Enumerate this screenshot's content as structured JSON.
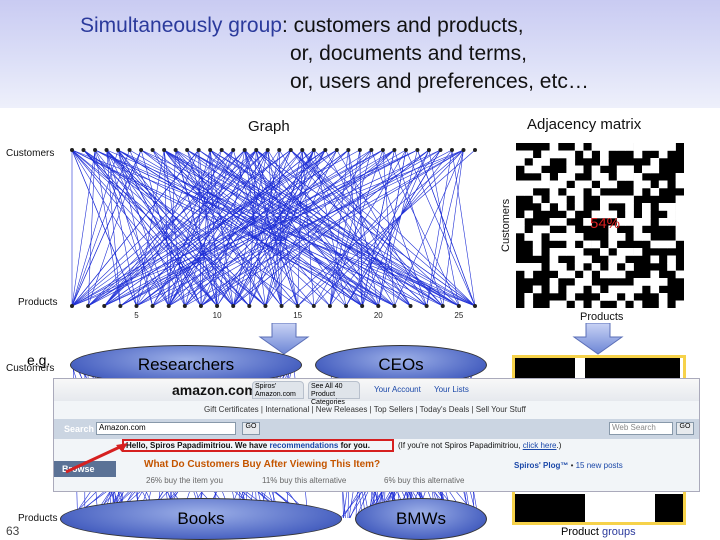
{
  "title": {
    "line1_group": "Simultaneously group",
    "line1_rest": ": customers and products,",
    "line2": "or, documents and terms,",
    "line3": "or, users and preferences, etc…"
  },
  "graph": {
    "heading": "Graph",
    "top_label": "Customers",
    "bottom_label": "Products",
    "ticks": [
      "5",
      "10",
      "15",
      "20",
      "25"
    ]
  },
  "matrix": {
    "heading": "Adjacency matrix",
    "ylabel": "Customers",
    "xlabel": "Products",
    "density": "54%"
  },
  "grouped": {
    "eg": "e.g.",
    "customers": "Customers",
    "products": "Products",
    "ovals": [
      "Researchers",
      "CEOs",
      "Books",
      "BMWs"
    ],
    "product_groups_prefix": "Product ",
    "product_groups_word": "groups"
  },
  "slide_number": "63",
  "amazon": {
    "logo": "amazon.com",
    "tab1": "Spiros' Amazon.com",
    "tab2": "See All 40 Product Categories",
    "links": [
      "Your Account",
      "Your Lists"
    ],
    "nav": "Gift Certificates | International | New Releases | Top Sellers | Today's Deals | Sell Your Stuff",
    "search_label": "Search",
    "search_value": "Amazon.com",
    "go": "GO",
    "web_search": "Web Search",
    "hello_prefix": "Hello, Spiros Papadimitriou. We have ",
    "hello_link": "recommendations",
    "hello_suffix": " for you.",
    "not_you_prefix": "(If you're not Spiros Papadimitriou, ",
    "not_you_link": "click here",
    "not_you_suffix": ".)",
    "browse": "Browse",
    "question": "What Do Customers Buy After Viewing This Item?",
    "stat1": "26% buy the item you",
    "stat2": "11% buy this alternative",
    "stat3": "6% buy this alternative",
    "plog": "Spiros' Plog™",
    "new_posts": "15 new posts"
  },
  "colors": {
    "graph_lines": "#1f2fd6",
    "title_band": "#d3d6f5",
    "accent_red": "#d62020"
  }
}
